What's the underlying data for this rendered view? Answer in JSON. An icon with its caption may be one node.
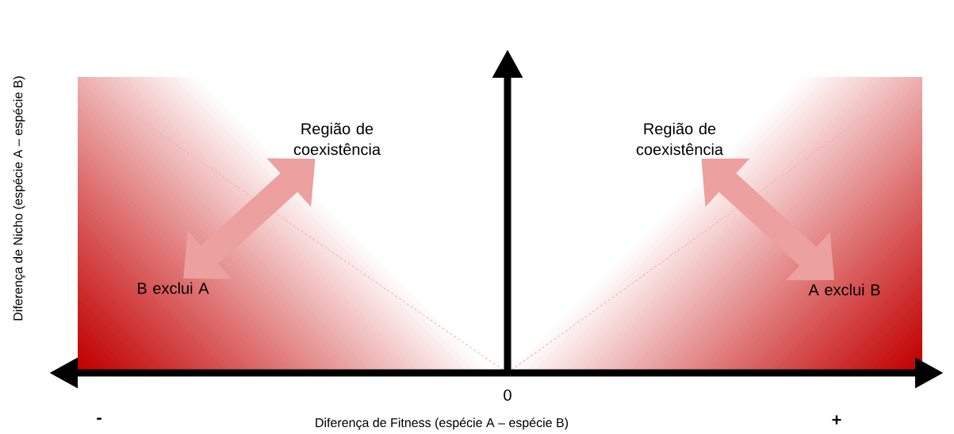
{
  "diagram": {
    "nodes": [
      {
        "text": [
          "Região de coexistência"
        ]
      },
      {
        "text": [
          "B exclui A"
        ]
      },
      {
        "text": [
          "Região de coexistência"
        ]
      },
      {
        "text": [
          "A exclui B"
        ]
      }
    ],
    "edges": [
      {
        "from": 1,
        "to": 0,
        "arrow": "both"
      },
      {
        "from": 2,
        "to": 3,
        "arrow": "both"
      }
    ],
    "labels": [
      "Diferença de Nicho (espécie A – espécie B)",
      "0",
      "-",
      "+",
      "Diferença de Fitness (espécie A – espécie B)"
    ]
  }
}
